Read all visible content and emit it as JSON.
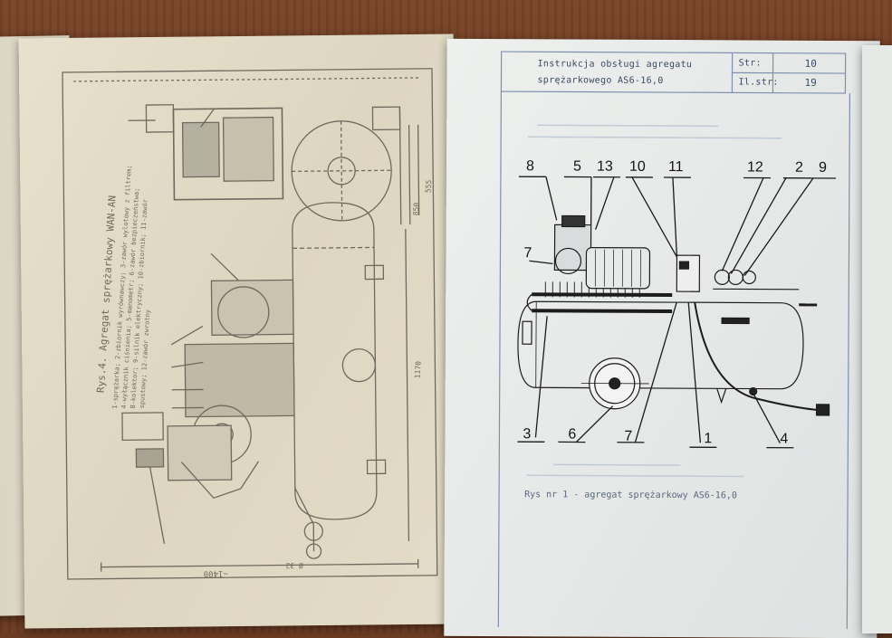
{
  "right_page": {
    "header": {
      "title_line1": "Instrukcja obsługi agregatu",
      "title_line2": "sprężarkowego AS6-16,0",
      "page_label": "Str:",
      "page_value": "10",
      "illustration_label": "Il.str:",
      "illustration_value": "19"
    },
    "callouts_top": [
      "8",
      "5",
      "13",
      "10",
      "11",
      "12",
      "2",
      "9"
    ],
    "callout_left": "7",
    "callouts_bottom": [
      "3",
      "6",
      "7",
      "1",
      "4"
    ],
    "caption": "Rys nr 1 - agregat sprężarkowy AS6-16,0"
  },
  "left_page": {
    "caption_title": "Rys.4. Agregat sprężarkowy WAN-AN",
    "legend_line1": "1-sprężarka; 2-zbiornik wyrównawczy; 3-zawór wylotowy z filtrem;",
    "legend_line2": "4-wyłącznik ciśnienia; 5-manometr; 6-zawór bezpieczeństwa;",
    "legend_line3": "8-kolektor; 9-silnik elektryczny; 10-zbiornik; 11-zawór",
    "legend_line4": "spustowy; 12-zawór zwrotny",
    "dim_bottom": "~1400",
    "dim_side": "1170",
    "dim_top": "555",
    "dim_top2": "850",
    "dim_small": "Ø 32"
  }
}
